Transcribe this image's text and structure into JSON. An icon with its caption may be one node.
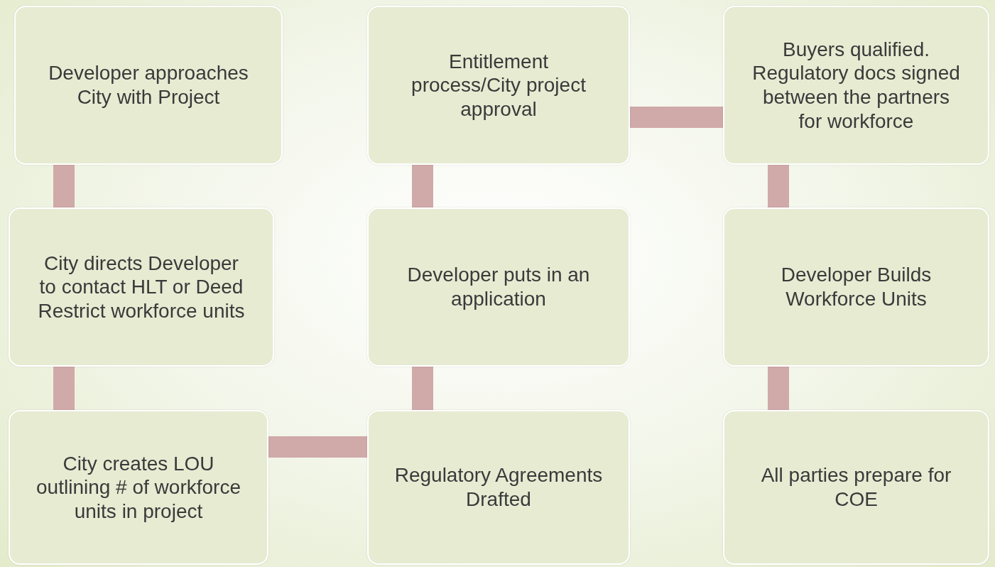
{
  "diagram": {
    "nodes": [
      {
        "text": [
          "Developer approaches City with Project"
        ]
      },
      {
        "text": [
          "City directs Developer to contact HLT or Deed Restrict workforce units"
        ]
      },
      {
        "text": [
          "City creates LOU outlining # of workforce units in project"
        ]
      },
      {
        "text": [
          "Regulatory Agreements Drafted"
        ]
      },
      {
        "text": [
          "Developer puts in an application"
        ]
      },
      {
        "text": [
          "Entitlement process/City project approval"
        ]
      },
      {
        "text": [
          "Buyers qualified. Regulatory docs signed between the partners for workforce"
        ]
      },
      {
        "text": [
          "Developer Builds Workforce Units"
        ]
      },
      {
        "text": [
          "All parties prepare for COE"
        ]
      }
    ],
    "edges": [
      {
        "from": 0,
        "to": 1,
        "arrow": "none"
      },
      {
        "from": 1,
        "to": 2,
        "arrow": "none"
      },
      {
        "from": 2,
        "to": 3,
        "arrow": "none"
      },
      {
        "from": 3,
        "to": 4,
        "arrow": "none"
      },
      {
        "from": 4,
        "to": 5,
        "arrow": "none"
      },
      {
        "from": 5,
        "to": 6,
        "arrow": "none"
      },
      {
        "from": 6,
        "to": 7,
        "arrow": "none"
      },
      {
        "from": 7,
        "to": 8,
        "arrow": "none"
      }
    ]
  }
}
